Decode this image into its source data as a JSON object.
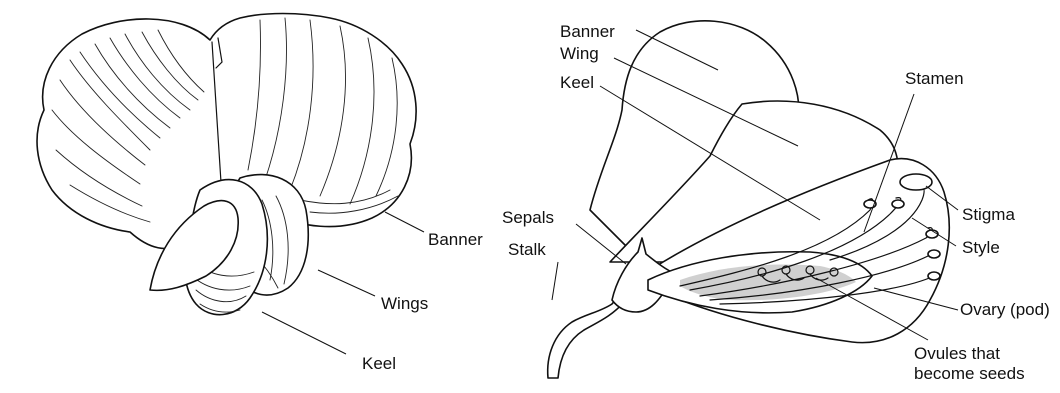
{
  "left_figure": {
    "labels": {
      "banner": "Banner",
      "wings": "Wings",
      "keel": "Keel"
    }
  },
  "right_figure": {
    "labels": {
      "banner": "Banner",
      "wing": "Wing",
      "keel": "Keel",
      "stamen": "Stamen",
      "stigma": "Stigma",
      "style": "Style",
      "sepals": "Sepals",
      "stalk": "Stalk",
      "ovary": "Ovary (pod)",
      "ovules_line1": "Ovules that",
      "ovules_line2": "become seeds"
    }
  },
  "colors": {
    "ink": "#111111",
    "background": "#ffffff"
  }
}
